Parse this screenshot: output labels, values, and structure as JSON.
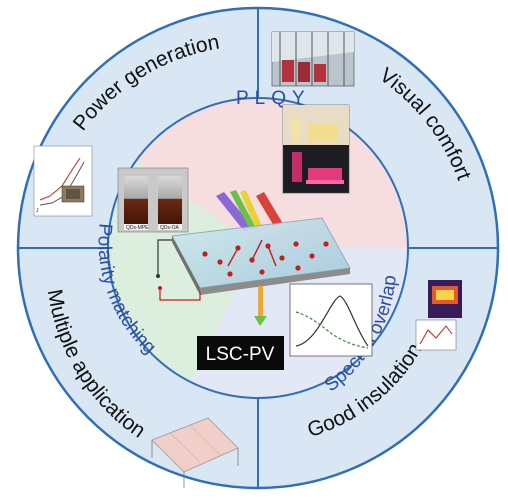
{
  "outer_ring": {
    "power_generation": "Power generation",
    "visual_comfort": "Visual comfort",
    "multiple_application": "Multiple application",
    "good_insulation": "Good insulation"
  },
  "inner": {
    "plqy": "PLQY",
    "polarity_matching": "Polarity matching",
    "spectral_overlap": "Spectral overlap"
  },
  "center": {
    "label": "LSC-PV"
  },
  "vial_labels": [
    "QDs-MPE",
    "QDs-OA"
  ],
  "colors": {
    "outer_ring": "#d9e7f5",
    "ring_border": "#2f6fb6",
    "sector_plqy": "#f6dde0",
    "sector_polarity": "#dceedd",
    "sector_spectral": "#e3e8f7",
    "inner_text": "#2a4ea0"
  }
}
